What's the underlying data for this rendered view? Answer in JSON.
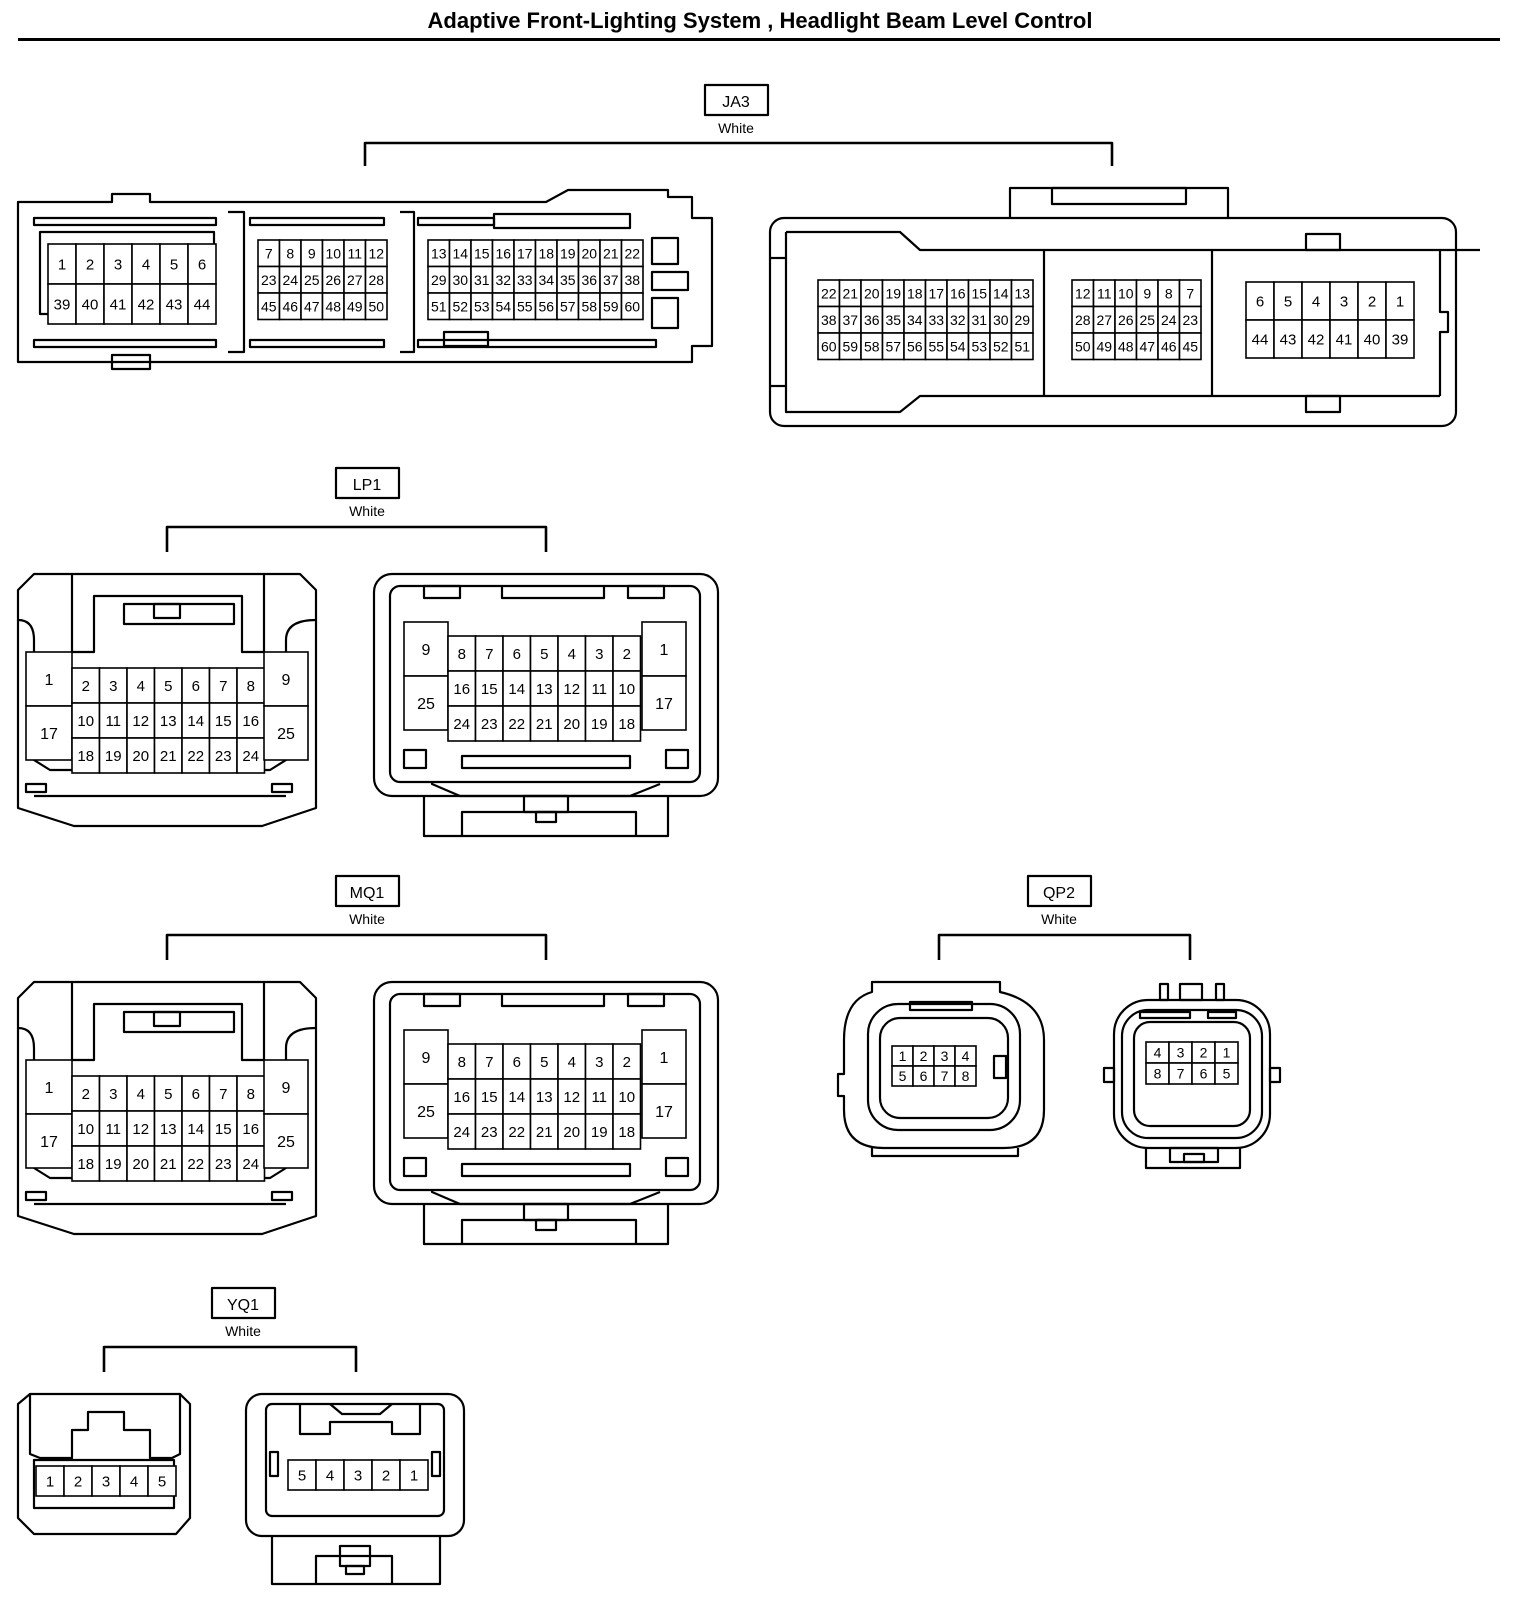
{
  "title": "Adaptive Front-Lighting System , Headlight Beam Level Control",
  "connectors": {
    "JA3": {
      "code": "JA3",
      "color": "White",
      "female_groups": [
        {
          "rows": [
            [
              "1",
              "2",
              "3",
              "4",
              "5",
              "6"
            ],
            [
              "39",
              "40",
              "41",
              "42",
              "43",
              "44"
            ]
          ]
        },
        {
          "rows": [
            [
              "7",
              "8",
              "9",
              "10",
              "11",
              "12"
            ],
            [
              "23",
              "24",
              "25",
              "26",
              "27",
              "28"
            ],
            [
              "45",
              "46",
              "47",
              "48",
              "49",
              "50"
            ]
          ]
        },
        {
          "rows": [
            [
              "13",
              "14",
              "15",
              "16",
              "17",
              "18",
              "19",
              "20",
              "21",
              "22"
            ],
            [
              "29",
              "30",
              "31",
              "32",
              "33",
              "34",
              "35",
              "36",
              "37",
              "38"
            ],
            [
              "51",
              "52",
              "53",
              "54",
              "55",
              "56",
              "57",
              "58",
              "59",
              "60"
            ]
          ]
        }
      ],
      "male_groups": [
        {
          "rows": [
            [
              "22",
              "21",
              "20",
              "19",
              "18",
              "17",
              "16",
              "15",
              "14",
              "13"
            ],
            [
              "38",
              "37",
              "36",
              "35",
              "34",
              "33",
              "32",
              "31",
              "30",
              "29"
            ],
            [
              "60",
              "59",
              "58",
              "57",
              "56",
              "55",
              "54",
              "53",
              "52",
              "51"
            ]
          ]
        },
        {
          "rows": [
            [
              "12",
              "11",
              "10",
              "9",
              "8",
              "7"
            ],
            [
              "28",
              "27",
              "26",
              "25",
              "24",
              "23"
            ],
            [
              "50",
              "49",
              "48",
              "47",
              "46",
              "45"
            ]
          ]
        },
        {
          "rows": [
            [
              "6",
              "5",
              "4",
              "3",
              "2",
              "1"
            ],
            [
              "44",
              "43",
              "42",
              "41",
              "40",
              "39"
            ]
          ]
        }
      ]
    },
    "LP1": {
      "code": "LP1",
      "color": "White",
      "female": {
        "left": [
          "1",
          "17"
        ],
        "rows": [
          [
            "2",
            "3",
            "4",
            "5",
            "6",
            "7",
            "8"
          ],
          [
            "10",
            "11",
            "12",
            "13",
            "14",
            "15",
            "16"
          ],
          [
            "18",
            "19",
            "20",
            "21",
            "22",
            "23",
            "24"
          ]
        ],
        "right": [
          "9",
          "25"
        ]
      },
      "male": {
        "left": [
          "9",
          "25"
        ],
        "rows": [
          [
            "8",
            "7",
            "6",
            "5",
            "4",
            "3",
            "2"
          ],
          [
            "16",
            "15",
            "14",
            "13",
            "12",
            "11",
            "10"
          ],
          [
            "24",
            "23",
            "22",
            "21",
            "20",
            "19",
            "18"
          ]
        ],
        "right": [
          "1",
          "17"
        ]
      }
    },
    "MQ1": {
      "code": "MQ1",
      "color": "White",
      "female": {
        "left": [
          "1",
          "17"
        ],
        "rows": [
          [
            "2",
            "3",
            "4",
            "5",
            "6",
            "7",
            "8"
          ],
          [
            "10",
            "11",
            "12",
            "13",
            "14",
            "15",
            "16"
          ],
          [
            "18",
            "19",
            "20",
            "21",
            "22",
            "23",
            "24"
          ]
        ],
        "right": [
          "9",
          "25"
        ]
      },
      "male": {
        "left": [
          "9",
          "25"
        ],
        "rows": [
          [
            "8",
            "7",
            "6",
            "5",
            "4",
            "3",
            "2"
          ],
          [
            "16",
            "15",
            "14",
            "13",
            "12",
            "11",
            "10"
          ],
          [
            "24",
            "23",
            "22",
            "21",
            "20",
            "19",
            "18"
          ]
        ],
        "right": [
          "1",
          "17"
        ]
      }
    },
    "QP2": {
      "code": "QP2",
      "color": "White",
      "female": {
        "rows": [
          [
            "1",
            "2",
            "3",
            "4"
          ],
          [
            "5",
            "6",
            "7",
            "8"
          ]
        ]
      },
      "male": {
        "rows": [
          [
            "4",
            "3",
            "2",
            "1"
          ],
          [
            "8",
            "7",
            "6",
            "5"
          ]
        ]
      }
    },
    "YQ1": {
      "code": "YQ1",
      "color": "White",
      "female": {
        "rows": [
          [
            "1",
            "2",
            "3",
            "4",
            "5"
          ]
        ]
      },
      "male": {
        "rows": [
          [
            "5",
            "4",
            "3",
            "2",
            "1"
          ]
        ]
      }
    }
  }
}
